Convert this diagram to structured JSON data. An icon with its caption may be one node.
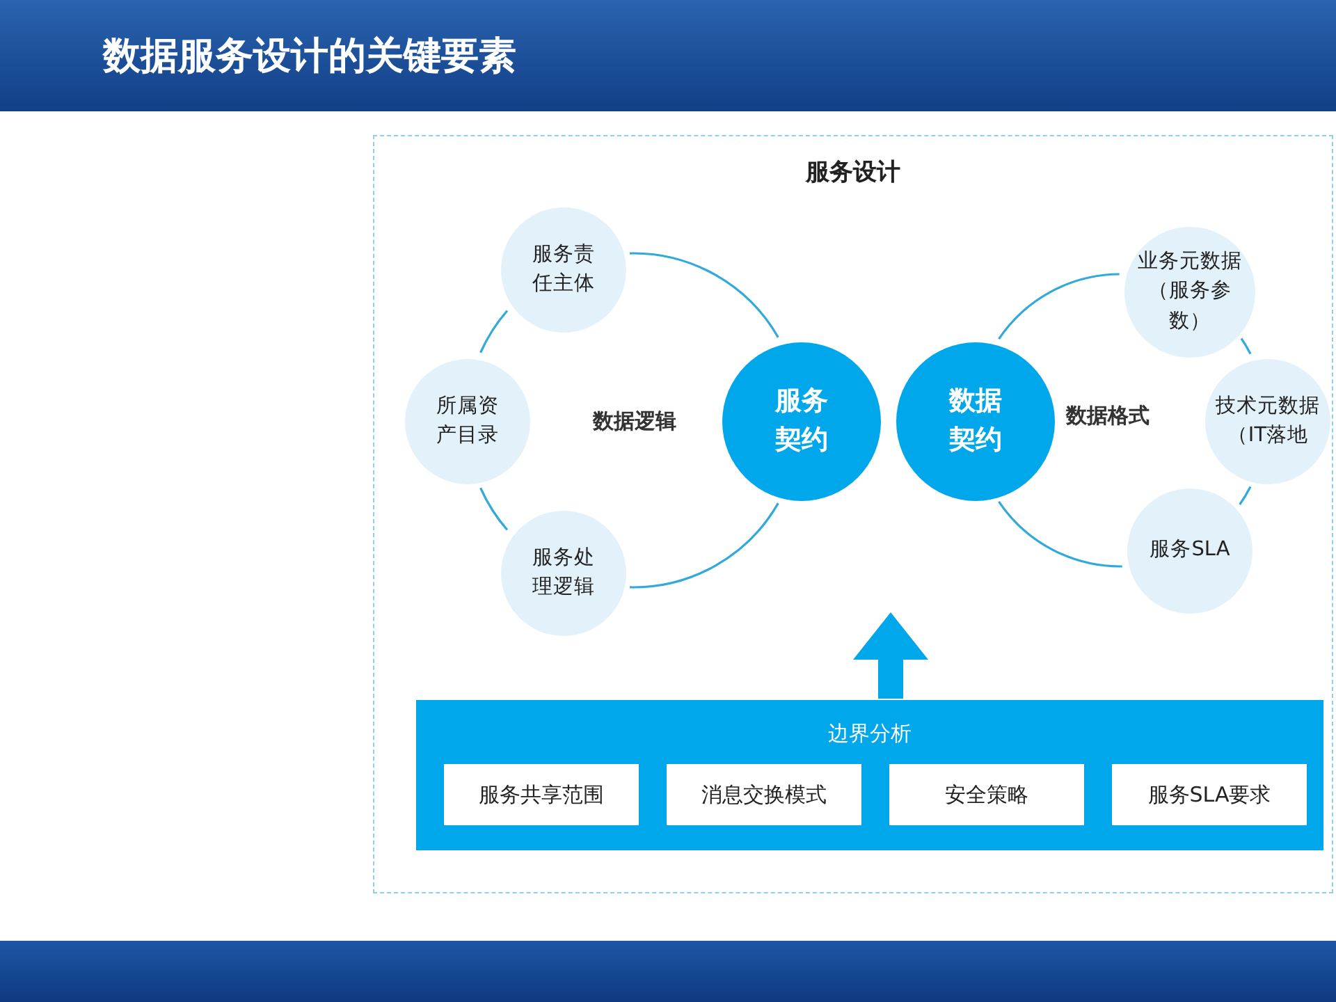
{
  "diagram": {
    "title": "数据服务设计的关键要素",
    "nodes": [
      {
        "text": [
          "服务设计"
        ]
      },
      {
        "text": [
          "服务责任主体"
        ],
        "in": 0
      },
      {
        "text": [
          "所属资产目录"
        ],
        "in": 0
      },
      {
        "text": [
          "服务处理逻辑"
        ],
        "in": 0
      },
      {
        "text": [
          "服务契约"
        ],
        "in": 0
      },
      {
        "text": [
          "数据契约"
        ],
        "in": 0
      },
      {
        "text": [
          "业务元数据（服务参数）"
        ],
        "in": 0
      },
      {
        "text": [
          "技术元数据（IT落地"
        ],
        "in": 0
      },
      {
        "text": [
          "服务SLA"
        ],
        "in": 0
      },
      {
        "text": [
          "边界分析"
        ],
        "in": 0
      },
      {
        "text": [
          "服务共享范围"
        ],
        "in": 9
      },
      {
        "text": [
          "消息交换模式"
        ],
        "in": 9
      },
      {
        "text": [
          "安全策略"
        ],
        "in": 9
      },
      {
        "text": [
          "服务SLA要求"
        ],
        "in": 9
      }
    ],
    "edges": [
      {
        "from": 1,
        "to": 4,
        "arrow": "none"
      },
      {
        "from": 1,
        "to": 2,
        "arrow": "none"
      },
      {
        "from": 2,
        "to": 3,
        "arrow": "none"
      },
      {
        "from": 3,
        "to": 4,
        "arrow": "none"
      },
      {
        "from": 5,
        "to": 6,
        "arrow": "none"
      },
      {
        "from": 6,
        "to": 7,
        "arrow": "none"
      },
      {
        "from": 7,
        "to": 8,
        "arrow": "none"
      },
      {
        "from": 8,
        "to": 5,
        "arrow": "none"
      },
      {
        "from": 9,
        "to": null,
        "arrow": "to",
        "style": "thick"
      }
    ],
    "labels": [
      "数据逻辑",
      "数据格式"
    ]
  }
}
